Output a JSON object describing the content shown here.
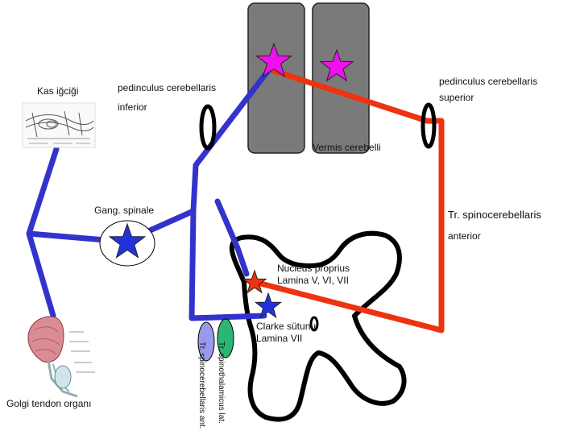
{
  "colors": {
    "blue_tract": "#3333cc",
    "red_tract": "#ee3311",
    "vermis": "#7a7a7a",
    "star_magenta": "#ee11ee",
    "star_blue": "#2233dd",
    "star_red": "#ee3311",
    "ellipse_green": "#2bb673",
    "ellipse_purple": "#9999ee"
  },
  "icons": [
    "star-icon",
    "ganglion-circle-icon",
    "muscle-spindle-illustration",
    "golgi-tendon-illustration"
  ],
  "labels": {
    "muscle_spindle": "Kas iğciği",
    "ped_inferior_1": "pedinculus cerebellaris",
    "ped_inferior_2": "inferior",
    "ped_superior_1": "pedinculus cerebellaris",
    "ped_superior_2": "superior",
    "vermis": "Vermis cerebelli",
    "gang_spinale": "Gang. spinale",
    "tr_spinocerebellaris_1": "Tr. spinocerebellaris",
    "tr_spinocerebellaris_2": "anterior",
    "nucleus_proprius": "Nucleus proprius\nLamina V, VI, VII",
    "clarke": "Clarke sütunu\nLamina VII",
    "tr_spinothalamicus": "Tr. spinothalamicus lat.",
    "tr_spinocerebellaris_ant": "Tr. spinocerebellaris ant.",
    "golgi": "Golgi tendon organı"
  }
}
